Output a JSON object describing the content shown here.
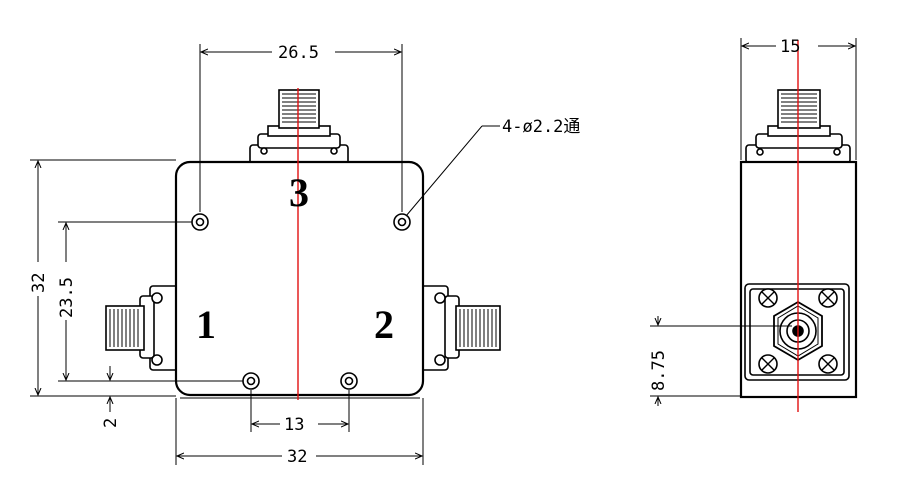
{
  "front_view": {
    "dims": {
      "top_hole_spacing": "26.5",
      "body_height": "32",
      "hole_vertical_spacing": "23.5",
      "bottom_offset": "2",
      "bottom_hole_spacing": "13",
      "body_width": "32"
    },
    "ports": {
      "port1": "1",
      "port2": "2",
      "port3": "3"
    },
    "hole_note": "4-ø2.2通"
  },
  "side_view": {
    "dims": {
      "depth": "15",
      "connector_height": "8.75"
    }
  },
  "colors": {
    "centerline": "#e01010",
    "line": "#000000",
    "body_fill": "#ffffff"
  }
}
